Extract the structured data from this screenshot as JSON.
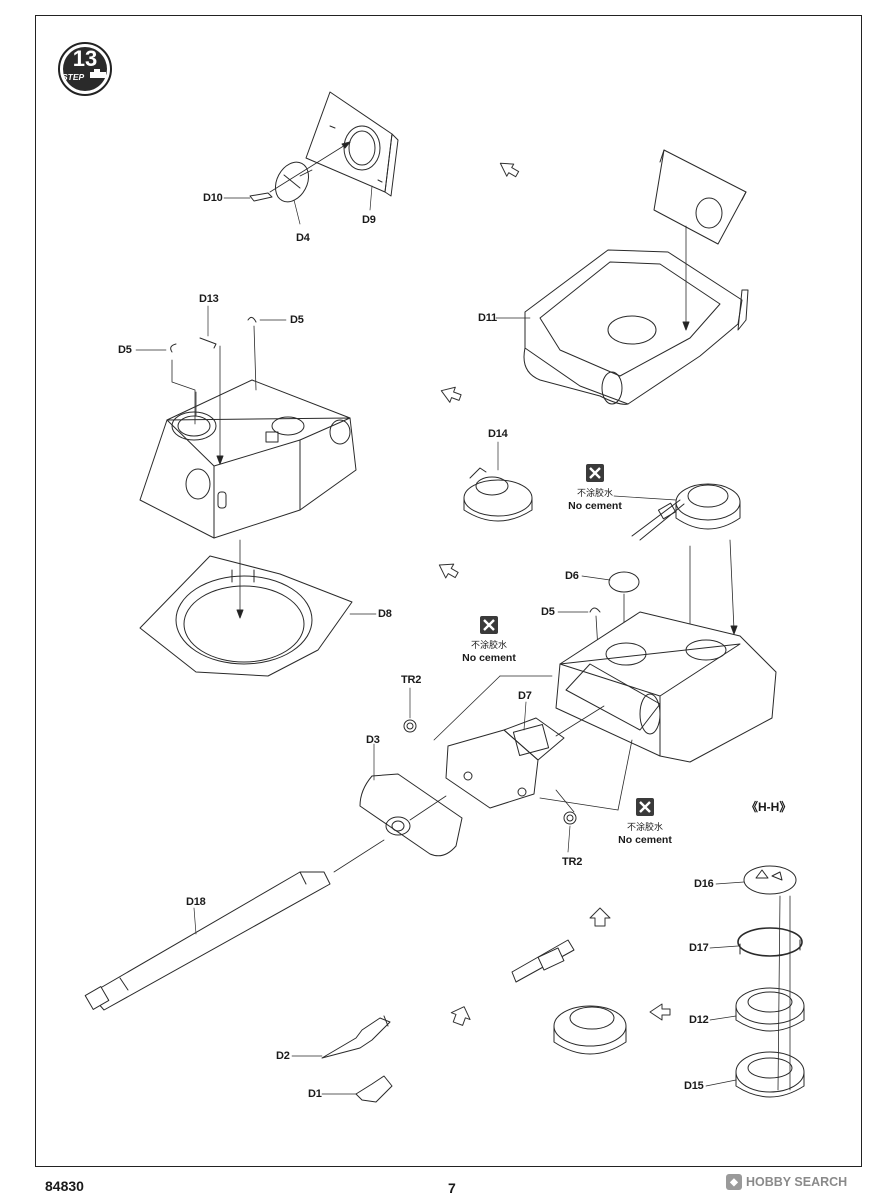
{
  "step": {
    "number": "13",
    "word": "STEP"
  },
  "parts": {
    "d10": "D10",
    "d4": "D4",
    "d9": "D9",
    "d11": "D11",
    "d13": "D13",
    "d5_a": "D5",
    "d5_b": "D5",
    "d14": "D14",
    "d8": "D8",
    "d6": "D6",
    "d5_c": "D5",
    "tr2_a": "TR2",
    "d7": "D7",
    "d3": "D3",
    "tr2_b": "TR2",
    "d18": "D18",
    "d16": "D16",
    "d17": "D17",
    "d12": "D12",
    "d15": "D15",
    "d2": "D2",
    "d1": "D1"
  },
  "notes": {
    "no_cement_cn": "不涂胶水",
    "no_cement_en": "No cement"
  },
  "section_label": "《H-H》",
  "footer": {
    "code": "84830",
    "page": "7",
    "watermark": "HOBBY SEARCH"
  }
}
